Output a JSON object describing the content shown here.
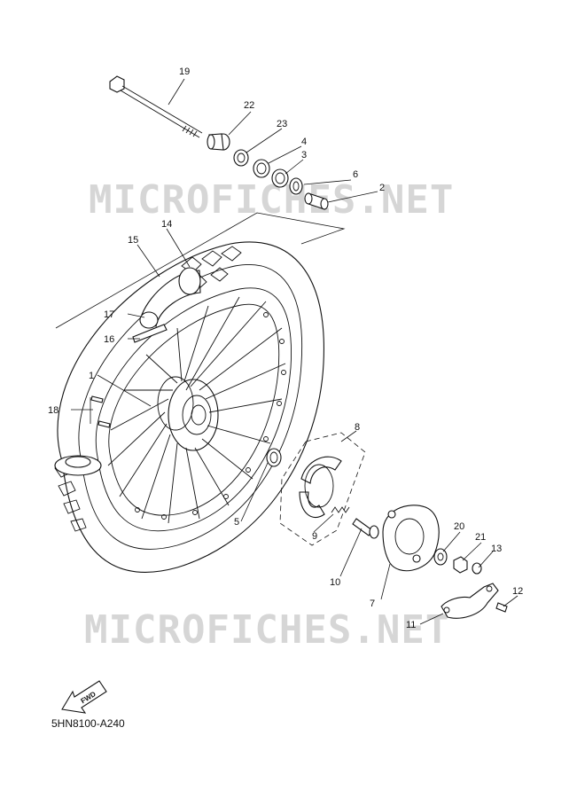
{
  "watermark": {
    "text": "MICROFICHES.NET"
  },
  "diagram_code": "5HN8100-A240",
  "fwd_label": "FWD",
  "callouts": {
    "c1": "1",
    "c2": "2",
    "c3": "3",
    "c4": "4",
    "c5": "5",
    "c6": "6",
    "c7": "7",
    "c8": "8",
    "c9": "9",
    "c10": "10",
    "c11": "11",
    "c12": "12",
    "c13": "13",
    "c14": "14",
    "c15": "15",
    "c16": "16",
    "c17": "17",
    "c18": "18",
    "c19": "19",
    "c20": "20",
    "c21": "21",
    "c22": "22",
    "c23": "23"
  }
}
